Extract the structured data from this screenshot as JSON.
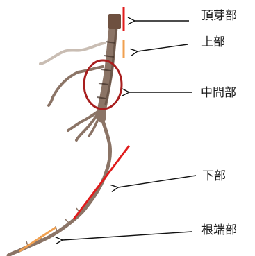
{
  "labels": {
    "apex": "頂芽部",
    "upper": "上部",
    "middle": "中間部",
    "lower": "下部",
    "tip": "根端部"
  },
  "colors": {
    "red": "#e01b1b",
    "orange": "#f0a050",
    "dark_red": "#a81e1e",
    "root_brown": "#8b7466",
    "root_dark": "#5a4638",
    "arrow": "#111111"
  },
  "icons": {
    "arrow": "left-arrow-icon",
    "circle": "highlight-circle-icon",
    "marker": "line-marker-icon"
  }
}
